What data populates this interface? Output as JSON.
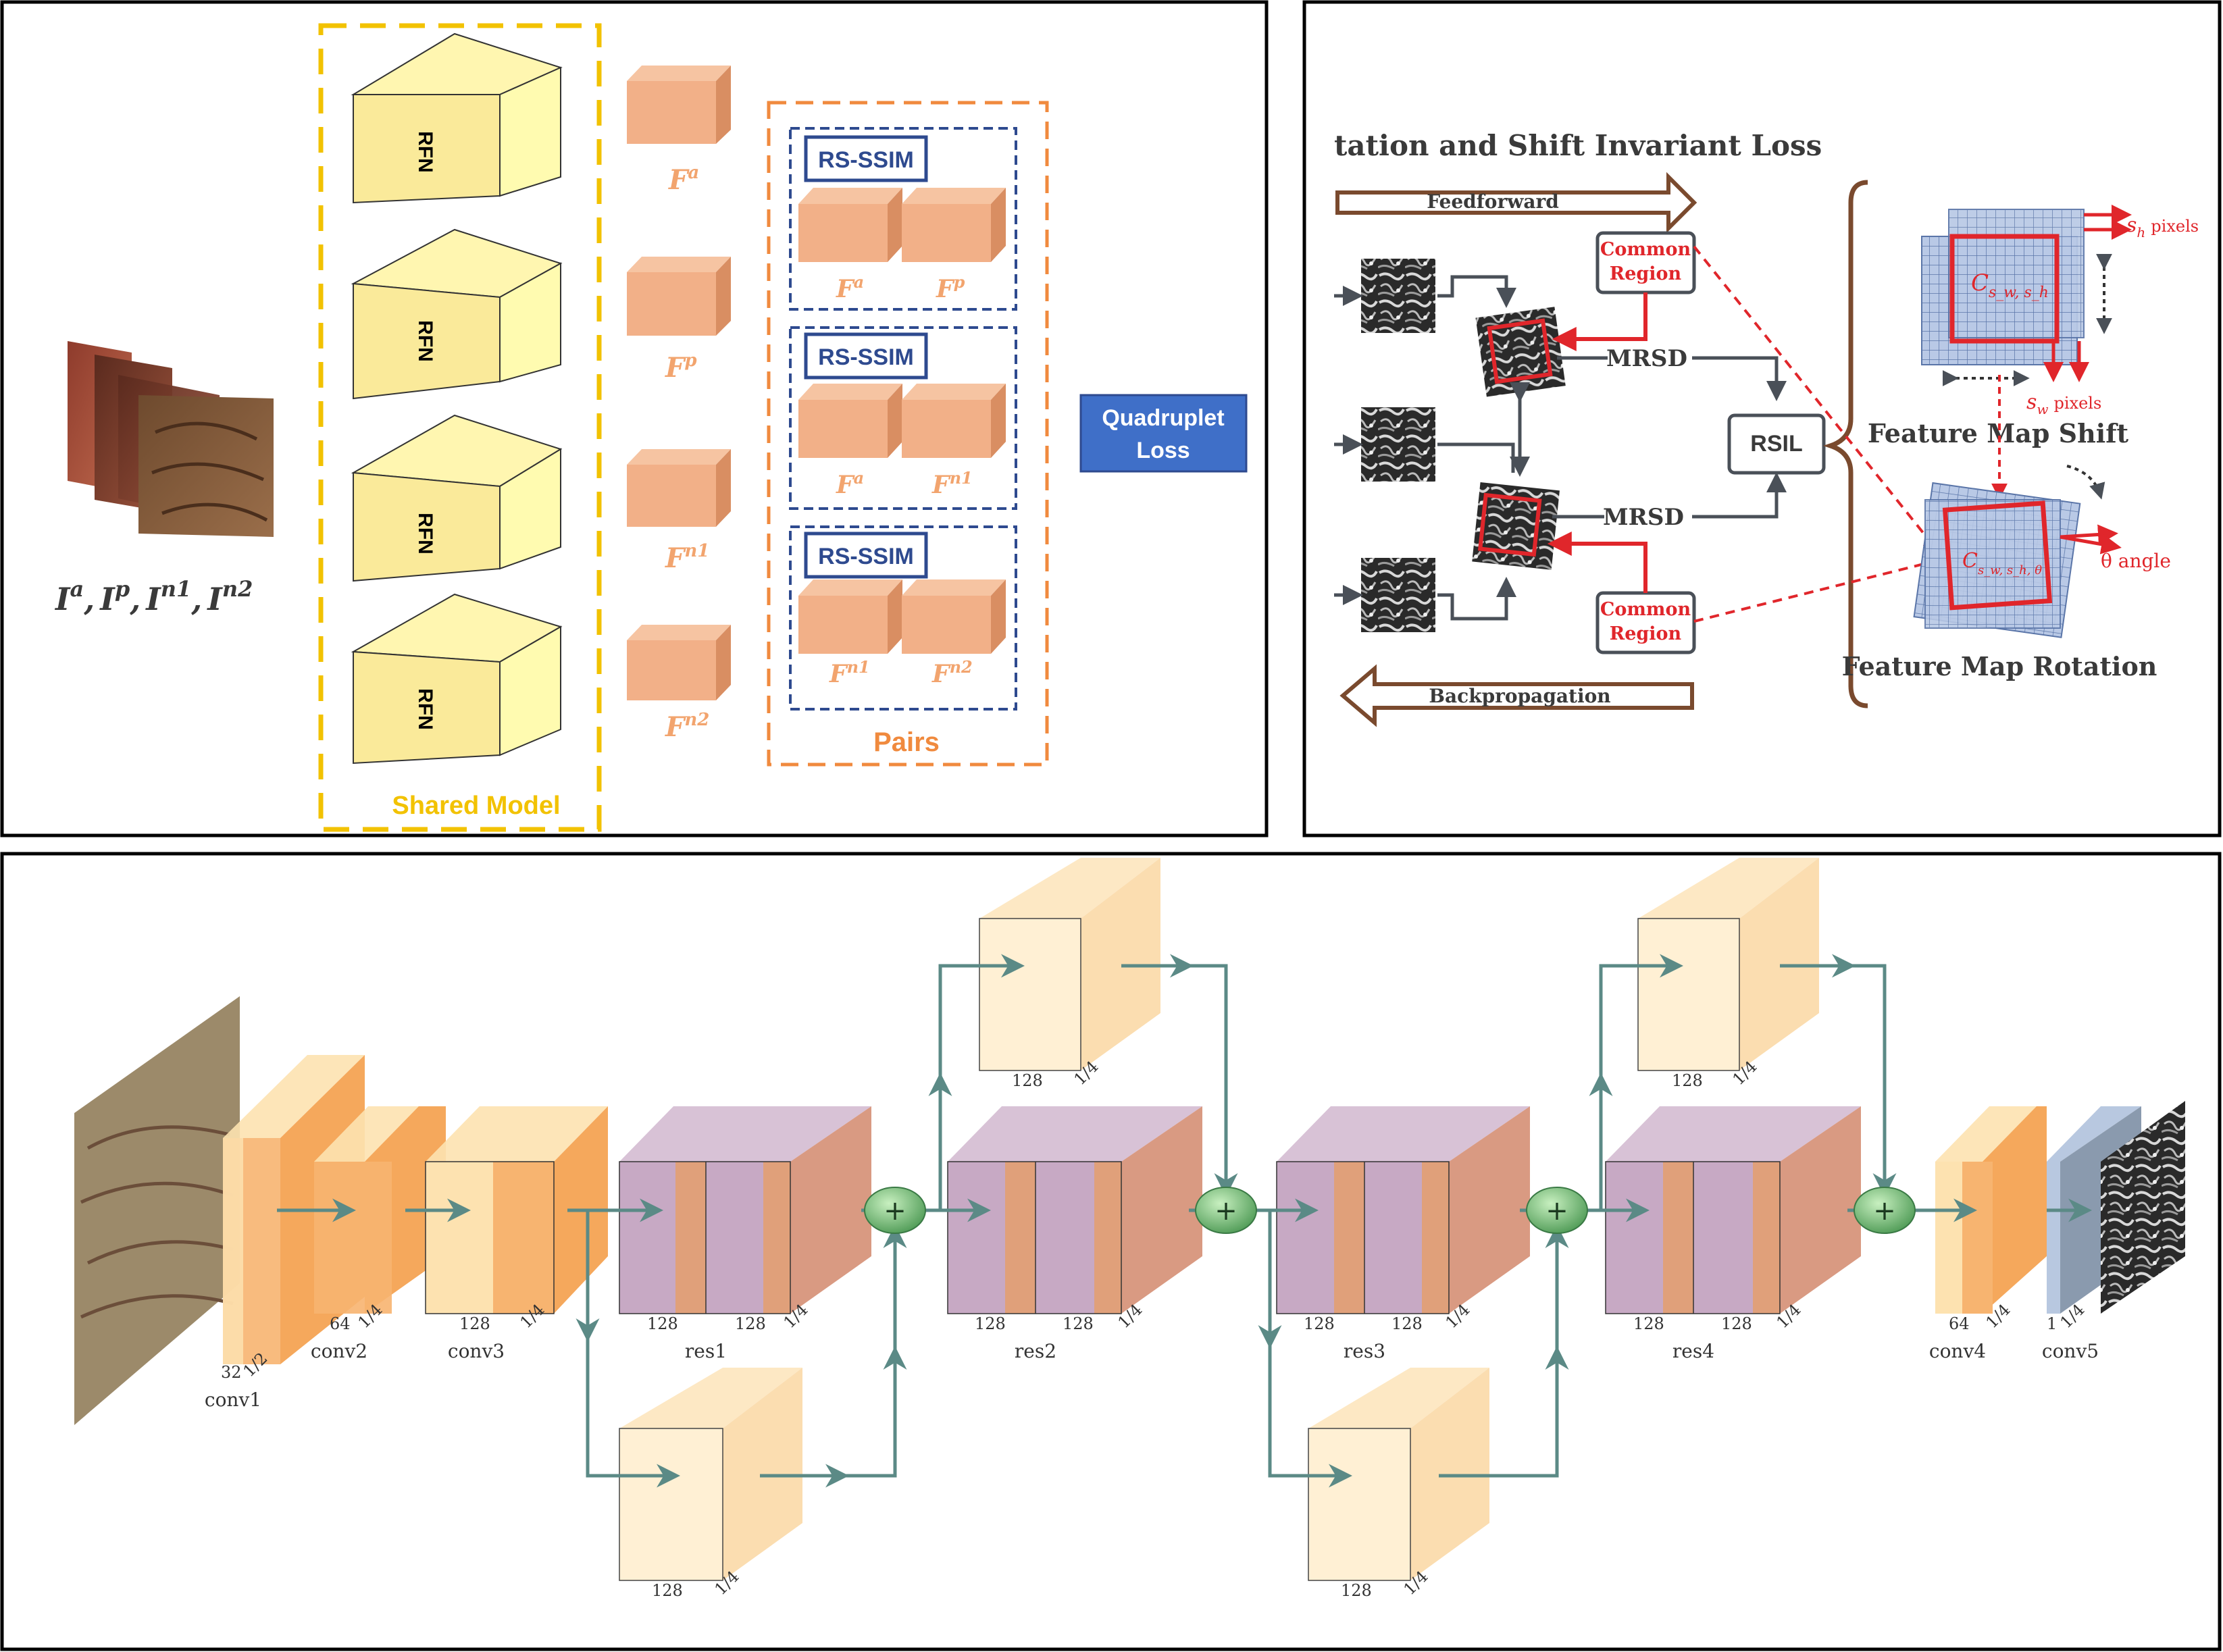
{
  "panel_a": {
    "inputs_label": "I^a, I^p, I^n1, I^n2",
    "inputs_parts": {
      "a": "I",
      "a_sup": "a",
      "p": "I",
      "p_sup": "p",
      "n1": "I",
      "n1_sup": "n1",
      "n2": "I",
      "n2_sup": "n2",
      "sep": ","
    },
    "shared_model_label": "Shared Model",
    "rfn_label": "RFN",
    "features": [
      {
        "base": "F",
        "sup": "a"
      },
      {
        "base": "F",
        "sup": "p"
      },
      {
        "base": "F",
        "sup": "n1"
      },
      {
        "base": "F",
        "sup": "n2"
      }
    ],
    "pairs_label": "Pairs",
    "pairs": [
      {
        "metric": "RS-SSIM",
        "left": {
          "base": "F",
          "sup": "a"
        },
        "right": {
          "base": "F",
          "sup": "p"
        }
      },
      {
        "metric": "RS-SSIM",
        "left": {
          "base": "F",
          "sup": "a"
        },
        "right": {
          "base": "F",
          "sup": "n1"
        }
      },
      {
        "metric": "RS-SSIM",
        "left": {
          "base": "F",
          "sup": "n1"
        },
        "right": {
          "base": "F",
          "sup": "n2"
        }
      }
    ],
    "loss_line1": "Quadruplet",
    "loss_line2": "Loss",
    "colors": {
      "yellow": "#F2C200",
      "orange": "#F08A3E",
      "navy": "#2E4A8F",
      "loss": "#3F6FC8",
      "cube": "#F2B088"
    }
  },
  "panel_b": {
    "title": "tation and Shift Invariant Loss",
    "feedforward": "Feedforward",
    "backpropagation": "Backpropagation",
    "common_region_1": "Common",
    "common_region_2": "Region",
    "mrsd": "MRSD",
    "rsil": "RSIL",
    "shift_title": "Feature Map Shift",
    "rotation_title": "Feature Map Rotation",
    "sh_label": "s",
    "sh_sub": "h",
    "sh_suffix": "pixels",
    "sw_label": "s",
    "sw_sub": "w",
    "sw_suffix": "pixels",
    "theta_label": "θ angle",
    "c_shift": "C",
    "c_shift_sub": "s_w, s_h",
    "c_rot": "C",
    "c_rot_sub": "s_w, s_h, θ"
  },
  "panel_c": {
    "blocks": {
      "conv1": {
        "name": "conv1",
        "ch": "32",
        "scale": "1/2"
      },
      "conv2": {
        "name": "conv2",
        "ch": "64",
        "scale": "1/4"
      },
      "conv3": {
        "name": "conv3",
        "ch": "128",
        "scale": "1/4"
      },
      "res1": {
        "name": "res1",
        "ch_a": "128",
        "ch_b": "128",
        "scale": "1/4"
      },
      "res2": {
        "name": "res2",
        "ch_a": "128",
        "ch_b": "128",
        "scale": "1/4"
      },
      "res3": {
        "name": "res3",
        "ch_a": "128",
        "ch_b": "128",
        "scale": "1/4"
      },
      "res4": {
        "name": "res4",
        "ch_a": "128",
        "ch_b": "128",
        "scale": "1/4"
      },
      "conv4": {
        "name": "conv4",
        "ch": "64",
        "scale": "1/4"
      },
      "conv5": {
        "name": "conv5",
        "ch": "1",
        "scale": "1/4"
      }
    },
    "skip_blocks": [
      {
        "ch": "128",
        "scale": "1/4"
      },
      {
        "ch": "128",
        "scale": "1/4"
      },
      {
        "ch": "128",
        "scale": "1/4"
      },
      {
        "ch": "128",
        "scale": "1/4"
      }
    ],
    "plus": "+"
  }
}
